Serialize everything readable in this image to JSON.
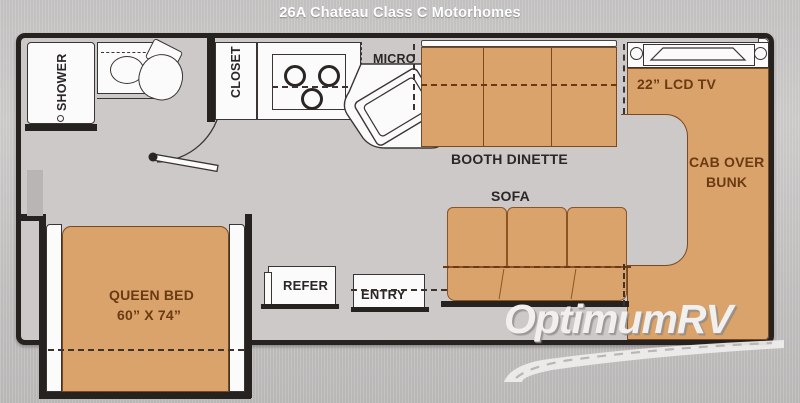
{
  "title": "26A Chateau Class C Motorhomes",
  "watermark": {
    "brand": "OptimumRV"
  },
  "colors": {
    "furniture": "#d9a36b",
    "floor": "#cdc9c9",
    "wall": "#262220",
    "cabinet": "#fbfbfb",
    "label": "#2b2726",
    "label_brown": "#6b3a12"
  },
  "floorplan": {
    "rooms": [
      {
        "id": "shower",
        "label": "SHOWER",
        "orientation": "vertical"
      },
      {
        "id": "closet",
        "label": "CLOSET",
        "orientation": "vertical"
      },
      {
        "id": "micro",
        "label": "MICRO",
        "orientation": "horizontal"
      },
      {
        "id": "booth-dinette",
        "label": "BOOTH DINETTE",
        "orientation": "horizontal"
      },
      {
        "id": "lcd-tv",
        "label": "22” LCD TV",
        "orientation": "horizontal"
      },
      {
        "id": "cab-over-bunk",
        "label_line1": "CAB OVER",
        "label_line2": "BUNK",
        "orientation": "horizontal"
      },
      {
        "id": "sofa",
        "label": "SOFA",
        "orientation": "horizontal"
      },
      {
        "id": "queen-bed",
        "label_line1": "QUEEN BED",
        "label_line2": "60” X 74”",
        "orientation": "horizontal"
      },
      {
        "id": "refer",
        "label": "REFER",
        "orientation": "horizontal"
      },
      {
        "id": "entry",
        "label": "ENTRY",
        "orientation": "horizontal"
      }
    ],
    "fixtures": [
      {
        "id": "toilet",
        "name": "toilet"
      },
      {
        "id": "lavatory",
        "name": "bathroom-sink"
      },
      {
        "id": "cooktop",
        "name": "three-burner-cooktop",
        "burners": 3
      },
      {
        "id": "galley-sink",
        "name": "galley-sink"
      },
      {
        "id": "bath-door",
        "name": "bathroom-door-swing"
      }
    ]
  }
}
